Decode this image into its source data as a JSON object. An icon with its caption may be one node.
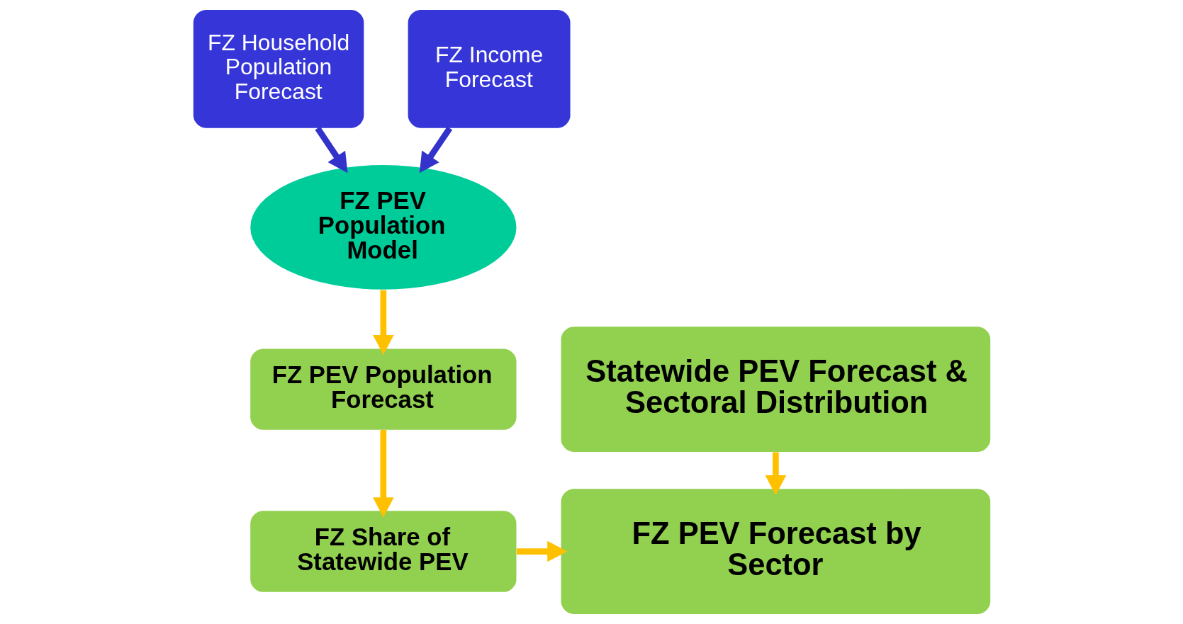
{
  "diagram": {
    "nodes": [
      {
        "text": [
          "FZ Household Population Forecast"
        ]
      },
      {
        "text": [
          "FZ Income Forecast"
        ]
      },
      {
        "text": [
          "FZ PEV Population Model"
        ]
      },
      {
        "text": [
          "FZ PEV Population Forecast"
        ]
      },
      {
        "text": [
          "FZ Share of Statewide PEV"
        ]
      },
      {
        "text": [
          "Statewide PEV Forecast & Sectoral Distribution"
        ]
      },
      {
        "text": [
          "FZ PEV Forecast by Sector"
        ]
      }
    ],
    "edges": [
      {
        "from": 0,
        "to": 2,
        "arrow": "to",
        "color": "#3333cc"
      },
      {
        "from": 1,
        "to": 2,
        "arrow": "to",
        "color": "#3333cc"
      },
      {
        "from": 2,
        "to": 3,
        "arrow": "to"
      },
      {
        "from": 3,
        "to": 4,
        "arrow": "to"
      },
      {
        "from": 4,
        "to": 6,
        "arrow": "to"
      },
      {
        "from": 5,
        "to": 6,
        "arrow": "to"
      }
    ]
  }
}
